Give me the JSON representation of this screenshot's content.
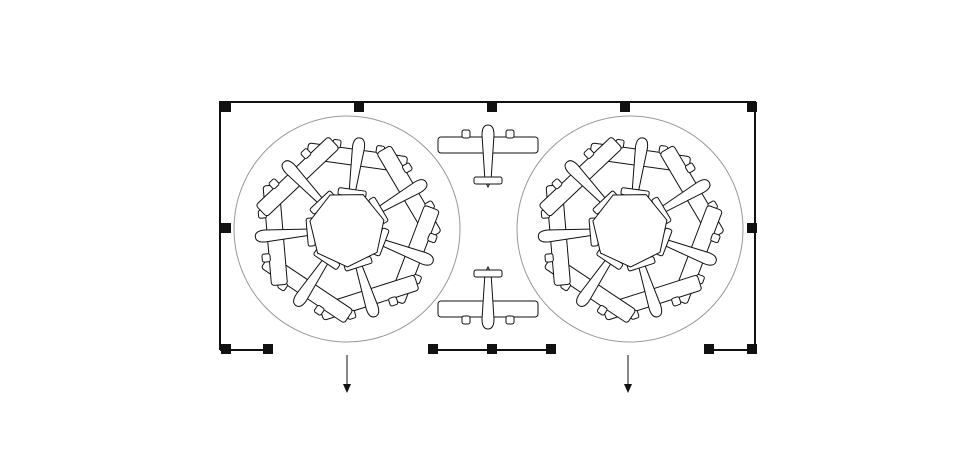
{
  "diagram": {
    "type": "hangar-floor-plan",
    "platforms": 2,
    "aircraft_per_platform": 7,
    "standalone_aircraft": 2,
    "exit_arrows": 2,
    "colors": {
      "line": "#111111",
      "platform": "#999999",
      "background": "#ffffff"
    }
  }
}
